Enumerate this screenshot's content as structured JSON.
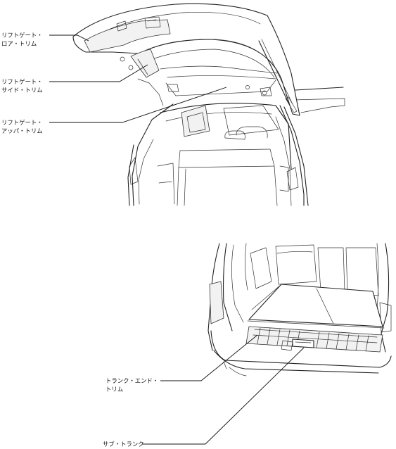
{
  "callouts": {
    "liftgate_lower_trim": [
      "リフトゲート・",
      "ロア・トリム"
    ],
    "liftgate_side_trim": [
      "リフトゲート・",
      "サイド・トリム"
    ],
    "liftgate_upper_trim": [
      "リフトゲート・",
      "アッパ・トリム"
    ],
    "trunk_end_trim": [
      "トランク・エンド・",
      "トリム"
    ],
    "sub_trunk": [
      "サブ・トランク"
    ]
  }
}
